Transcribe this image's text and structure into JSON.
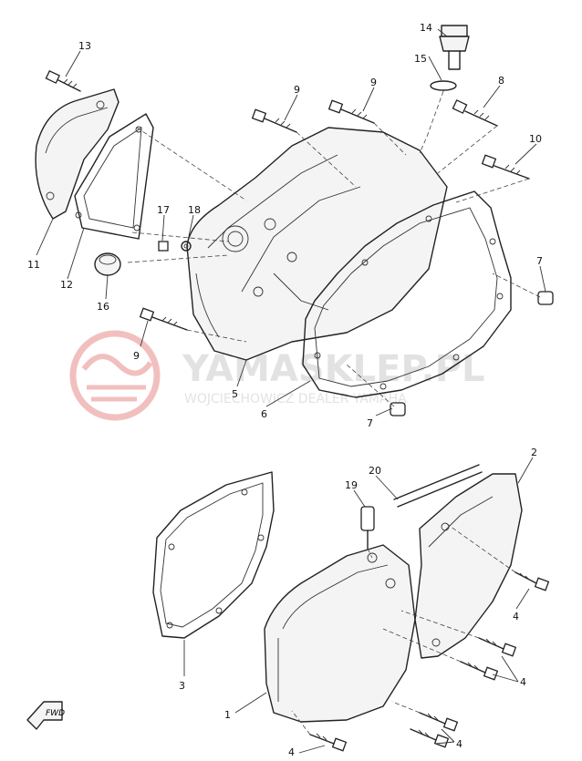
{
  "watermark": {
    "title": "YAMASKLEP.PL",
    "subtitle": "WOJCIECHOWICZ DEALER YAMAHA"
  },
  "fwd_label": "FWD",
  "callouts": [
    {
      "id": "13",
      "label": "13"
    },
    {
      "id": "14",
      "label": "14"
    },
    {
      "id": "15",
      "label": "15"
    },
    {
      "id": "9a",
      "label": "9"
    },
    {
      "id": "9b",
      "label": "9"
    },
    {
      "id": "8",
      "label": "8"
    },
    {
      "id": "10",
      "label": "10"
    },
    {
      "id": "11",
      "label": "11"
    },
    {
      "id": "12",
      "label": "12"
    },
    {
      "id": "17",
      "label": "17"
    },
    {
      "id": "18",
      "label": "18"
    },
    {
      "id": "16",
      "label": "16"
    },
    {
      "id": "7a",
      "label": "7"
    },
    {
      "id": "9c",
      "label": "9"
    },
    {
      "id": "5",
      "label": "5"
    },
    {
      "id": "6",
      "label": "6"
    },
    {
      "id": "7b",
      "label": "7"
    },
    {
      "id": "2",
      "label": "2"
    },
    {
      "id": "20",
      "label": "20"
    },
    {
      "id": "19",
      "label": "19"
    },
    {
      "id": "4a",
      "label": "4"
    },
    {
      "id": "3",
      "label": "3"
    },
    {
      "id": "4b",
      "label": "4"
    },
    {
      "id": "1",
      "label": "1"
    },
    {
      "id": "4c",
      "label": "4"
    },
    {
      "id": "4d",
      "label": "4"
    }
  ]
}
